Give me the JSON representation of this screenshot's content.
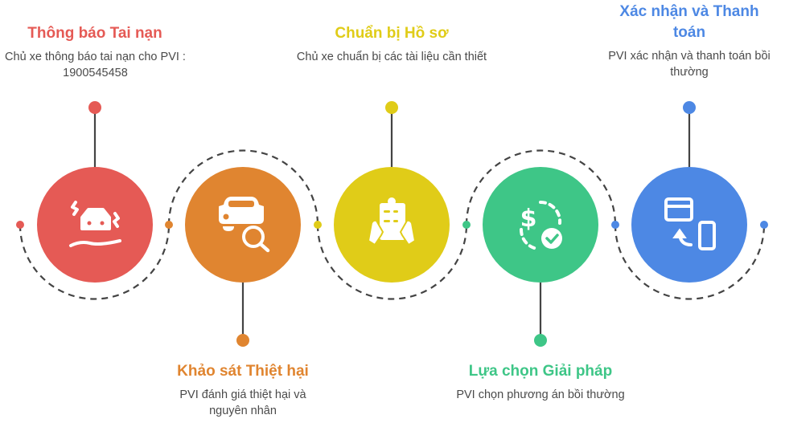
{
  "steps": [
    {
      "title": "Thông báo Tai nạn",
      "description": "Chủ xe thông báo tai nạn cho PVI : 1900545458",
      "icon": "car-skid-icon",
      "color": "#E55A55"
    },
    {
      "title": "Khảo sát Thiệt hại",
      "description": "PVI đánh giá thiệt hại và nguyên nhân",
      "icon": "car-search-icon",
      "color": "#E08530"
    },
    {
      "title": "Chuẩn bị Hồ sơ",
      "description": "Chủ xe chuẩn bị các tài liệu cần thiết",
      "icon": "clipboard-hands-icon",
      "color": "#E0CC18"
    },
    {
      "title": "Lựa chọn Giải pháp",
      "description": "PVI chọn phương án bồi thường",
      "icon": "dollar-check-icon",
      "color": "#3EC687"
    },
    {
      "title": "Xác nhận và Thanh toán",
      "description": "PVI xác nhận và thanh toán bồi thường",
      "icon": "card-phone-payment-icon",
      "color": "#4D88E4"
    }
  ]
}
